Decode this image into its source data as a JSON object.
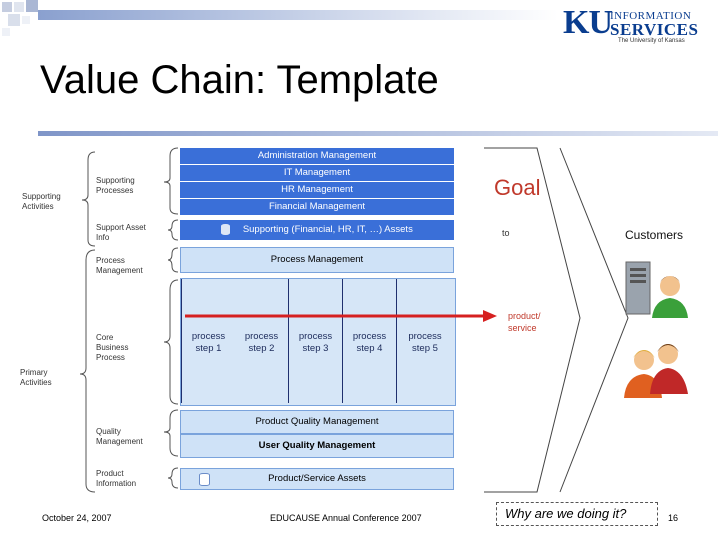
{
  "title": "Value Chain: Template",
  "logo": {
    "ku": "KU",
    "line1": "INFORMATION",
    "line2": "SERVICES",
    "line3": "The University of Kansas"
  },
  "left_labels": {
    "supporting_activities": "Supporting\nActivities",
    "supporting_processes": "Supporting\nProcesses",
    "support_asset_info": "Support Asset\nInfo",
    "process_management": "Process\nManagement",
    "core_business_process": "Core\nBusiness\nProcess",
    "primary_activities": "Primary\nActivities",
    "quality_management": "Quality\nManagement",
    "product_information": "Product\nInformation"
  },
  "bars": {
    "administration": "Administration Management",
    "it": "IT Management",
    "hr": "HR Management",
    "financial": "Financial Management",
    "supporting_assets": "Supporting (Financial, HR, IT, …) Assets",
    "process_management": "Process Management",
    "product_quality": "Product Quality Management",
    "user_quality": "User Quality Management",
    "product_assets": "Product/Service Assets"
  },
  "steps": [
    {
      "line1": "process",
      "line2": "step 1"
    },
    {
      "line1": "process",
      "line2": "step 2"
    },
    {
      "line1": "process",
      "line2": "step 3"
    },
    {
      "line1": "process",
      "line2": "step 4"
    },
    {
      "line1": "process",
      "line2": "step 5"
    }
  ],
  "right": {
    "goal": "Goal",
    "to": "to",
    "customers": "Customers",
    "product_service": "product/\nservice"
  },
  "footer": {
    "date": "October 24, 2007",
    "conference": "EDUCAUSE Annual Conference 2007",
    "question": "Why are we doing it?",
    "page": "16"
  },
  "colors": {
    "accent_bar": "#9db1da",
    "bar_blue": "#3a6fd8",
    "light_blue": "#cfe2f7",
    "arrow_red": "#d62020"
  }
}
